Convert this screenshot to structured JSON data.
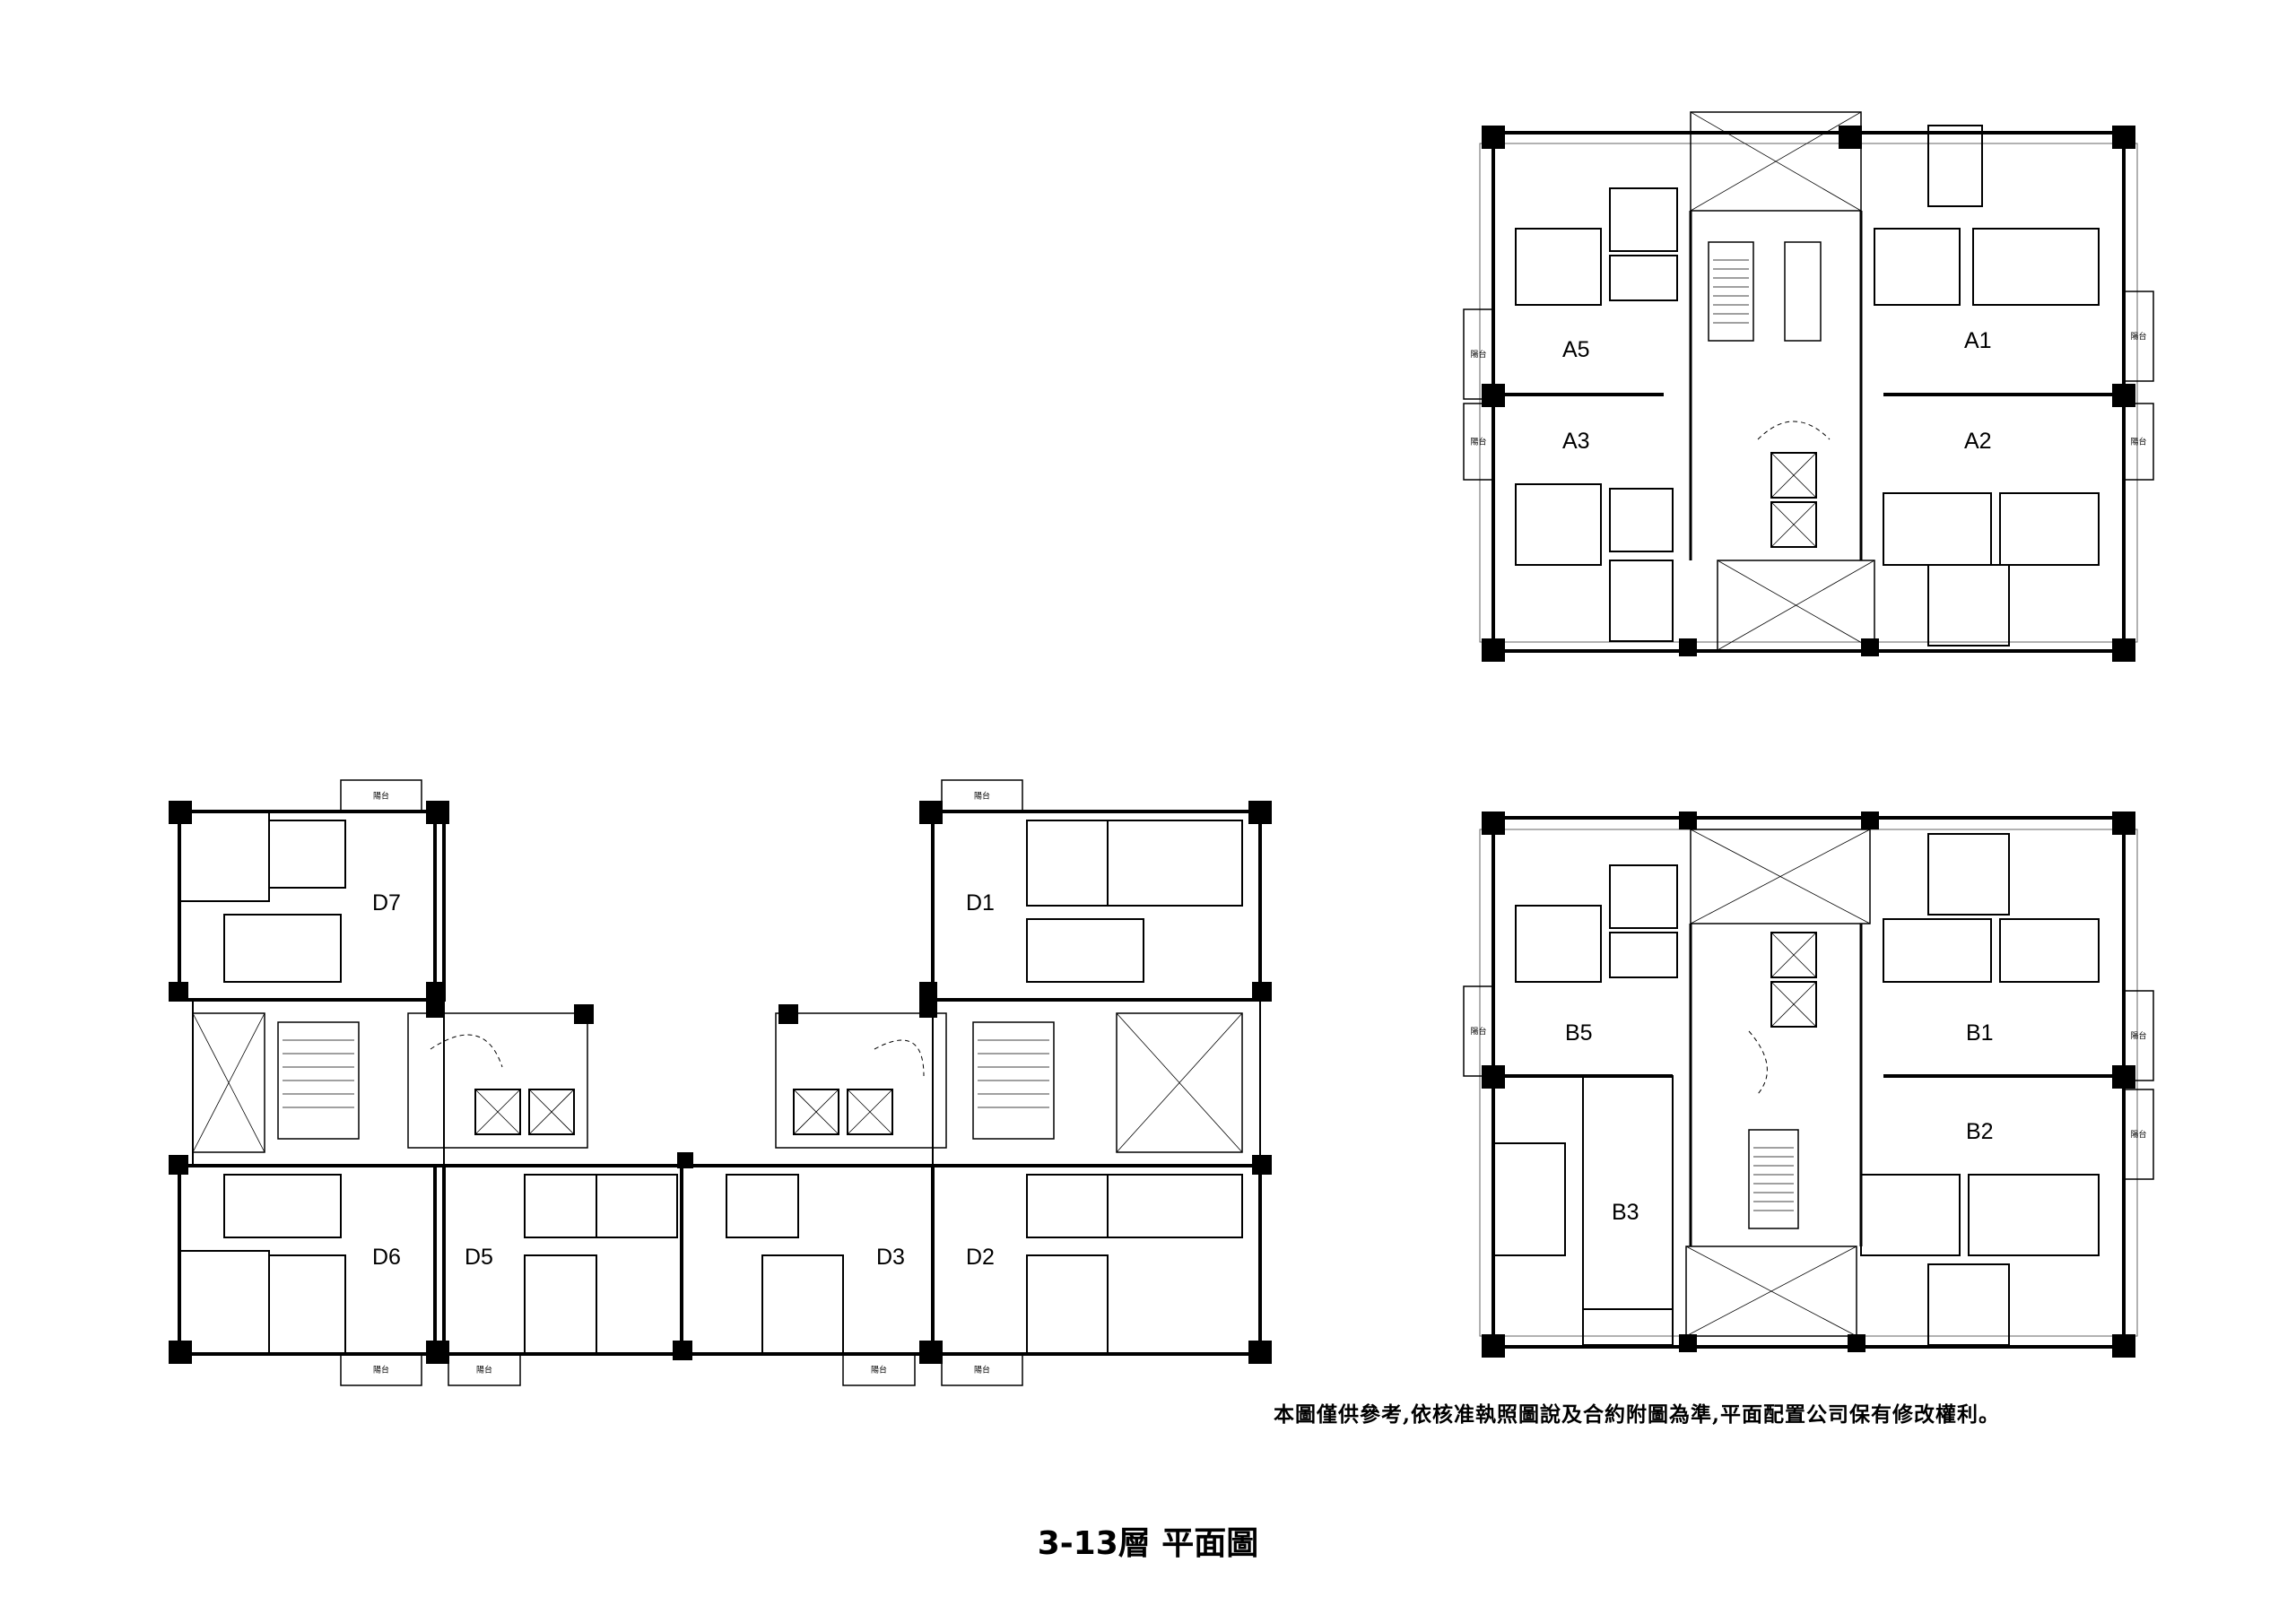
{
  "title": "3-13層 平面圖",
  "disclaimer": "本圖僅供參考,依核准執照圖說及合約附圖為準,平面配置公司保有修改權利。",
  "balcony_label": "陽台",
  "plans": [
    {
      "name": "tower-a",
      "units": [
        "A5",
        "A1",
        "A3",
        "A2"
      ]
    },
    {
      "name": "tower-b",
      "units": [
        "B5",
        "B1",
        "B3",
        "B2"
      ]
    },
    {
      "name": "tower-d",
      "units": [
        "D7",
        "D1",
        "D6",
        "D5",
        "D3",
        "D2"
      ]
    }
  ],
  "colors": {
    "line": "#000000",
    "wall": "#000000",
    "background": "#ffffff",
    "light_line": "#888888"
  }
}
